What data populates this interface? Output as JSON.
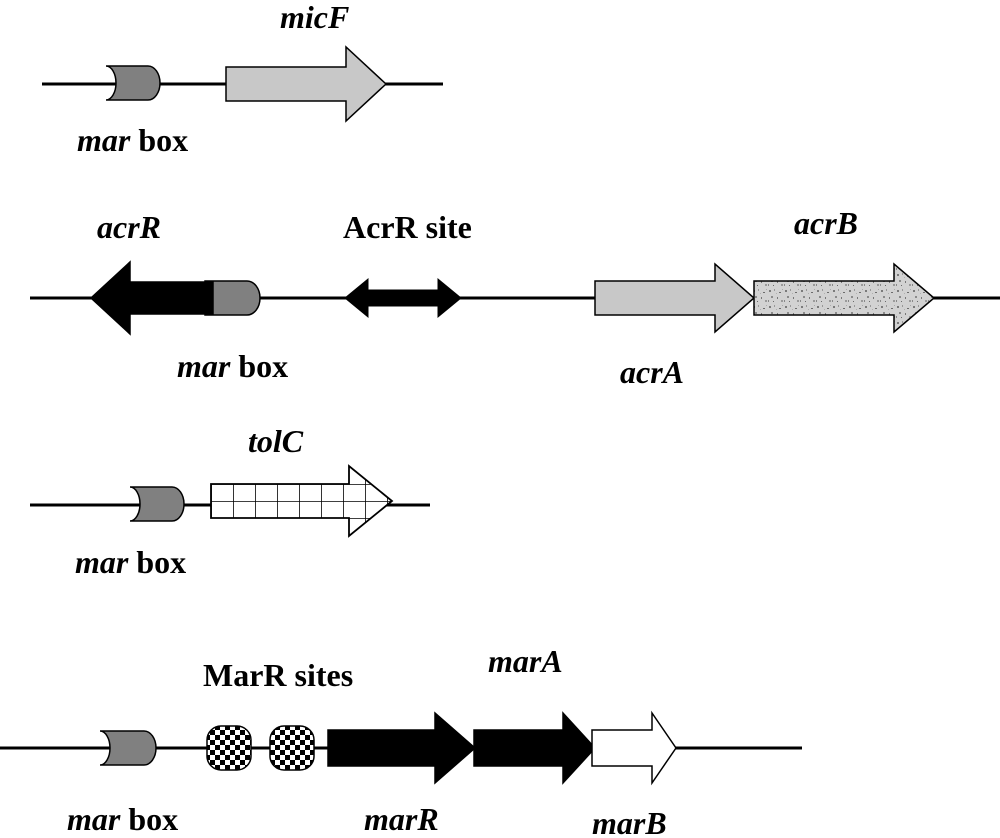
{
  "labels": {
    "micF": "micF",
    "mar_box": "mar",
    "box": "box",
    "acrR": "acrR",
    "acrR_site": "AcrR site",
    "acrB": "acrB",
    "acrA": "acrA",
    "tolC": "tolC",
    "marR_sites": "MarR sites",
    "marA": "marA",
    "marR": "marR",
    "marB": "marB"
  },
  "colors": {
    "line": "#000000",
    "mar_box_fill": "#808080",
    "micF_fill": "#c8c8c8",
    "acrA_fill": "#c8c8c8",
    "acrR_fill": "#000000",
    "marR_fill": "#000000",
    "marA_fill": "#000000",
    "marB_fill": "#ffffff"
  }
}
